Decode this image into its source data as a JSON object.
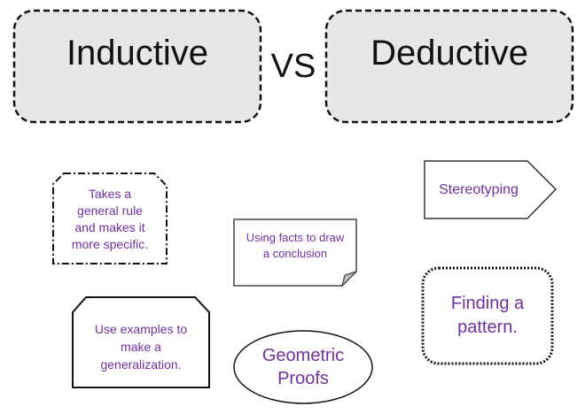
{
  "header": {
    "left_title": "Inductive",
    "separator": "VS",
    "right_title": "Deductive"
  },
  "cards": [
    {
      "id": "general-rule",
      "text": "Takes a general rule and makes it more specific.",
      "lines": [
        "Takes a",
        "general rule",
        "and makes it",
        "more specific."
      ]
    },
    {
      "id": "facts-conclusion",
      "text": "Using facts to draw a conclusion",
      "lines": [
        "Using facts to draw",
        "a conclusion"
      ]
    },
    {
      "id": "stereotyping",
      "text": "Stereotyping",
      "lines": [
        "Stereotyping"
      ]
    },
    {
      "id": "finding-pattern",
      "text": "Finding a pattern.",
      "lines": [
        "Finding a",
        "pattern."
      ]
    },
    {
      "id": "use-examples",
      "text": "Use examples to make a generalization.",
      "lines": [
        "Use examples to",
        "make a",
        "generalization."
      ]
    },
    {
      "id": "geometric-proofs",
      "text": "Geometric Proofs",
      "lines": [
        "Geometric",
        "Proofs"
      ]
    }
  ],
  "colors": {
    "card_text": "#7030a0",
    "title_box_fill": "#e7e7e7",
    "border": "#111111"
  }
}
